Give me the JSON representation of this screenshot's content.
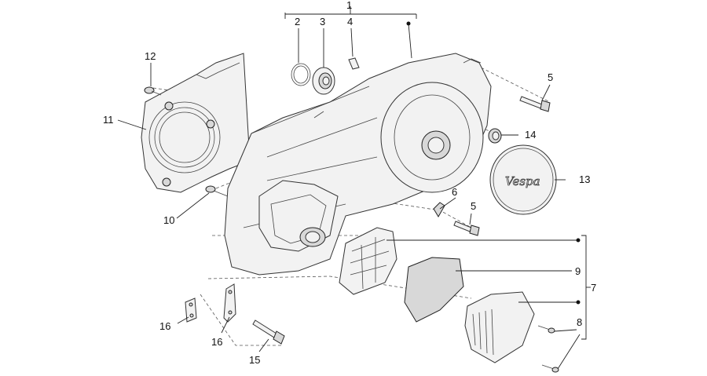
{
  "callouts": {
    "c1": "1",
    "c2": "2",
    "c3": "3",
    "c4": "4",
    "c5a": "5",
    "c5b": "5",
    "c6": "6",
    "c7": "7",
    "c8": "8",
    "c9": "9",
    "c10": "10",
    "c11": "11",
    "c12": "12",
    "c13": "13",
    "c14": "14",
    "c15": "15",
    "c16a": "16",
    "c16b": "16"
  },
  "cover_badge_text": "Vespa"
}
